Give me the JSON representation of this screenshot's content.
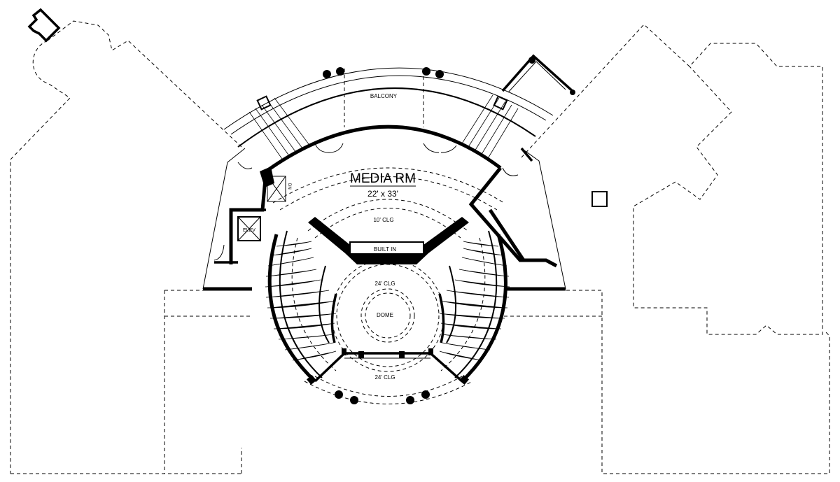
{
  "plan": {
    "room_name": "MEDIA RM",
    "room_dims": "22' x 33'",
    "labels": {
      "balcony": "BALCONY",
      "clg_10": "10' CLG",
      "built_in": "BUILT IN",
      "clg_24_upper": "24' CLG",
      "dome": "DOME",
      "clg_24_lower": "24' CLG",
      "elev": "ELEV",
      "side_label": "DN"
    }
  }
}
